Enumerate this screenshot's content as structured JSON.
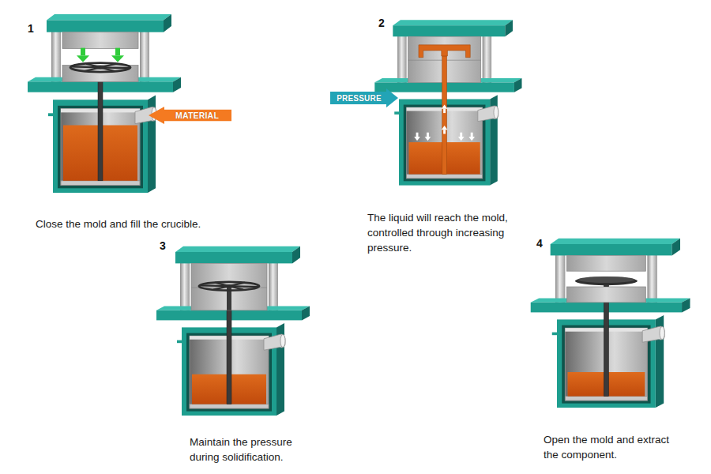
{
  "diagram": {
    "nodes": [
      {
        "text": [
          "MATERIAL"
        ]
      },
      {
        "text": [
          "PRESSURE"
        ]
      }
    ],
    "labels": [
      "1",
      "Close the mold and fill the crucible.",
      "2",
      "The liquid will reach the mold, controlled through increasing pressure.",
      "3",
      "Maintain the pressure during solidification.",
      "4",
      "Open the mold and extract the component."
    ]
  }
}
